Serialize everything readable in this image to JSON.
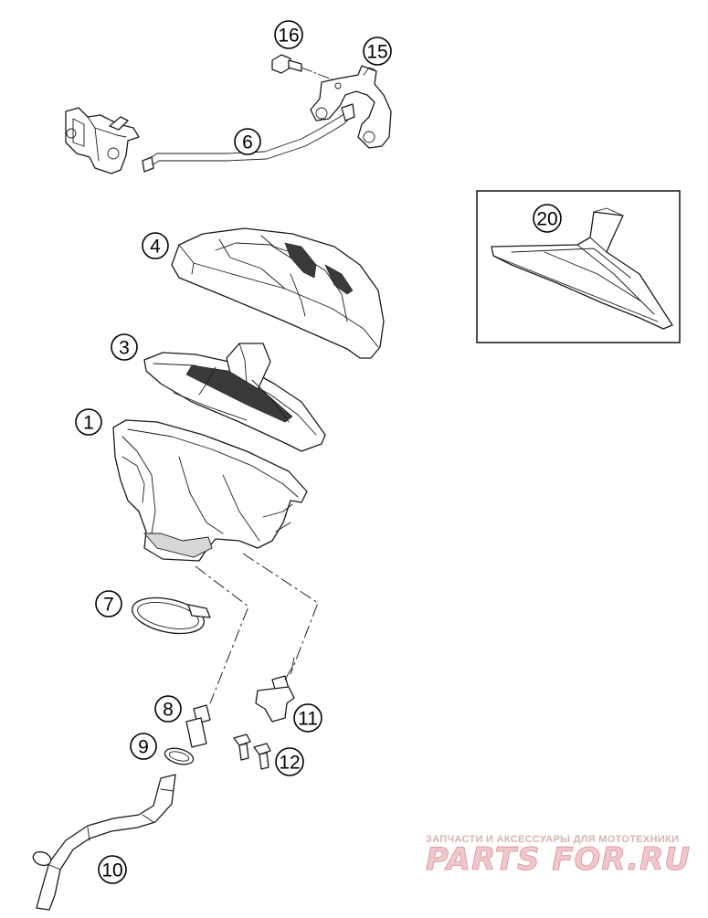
{
  "diagram": {
    "callouts": [
      {
        "id": "c1",
        "label": "1"
      },
      {
        "id": "c3",
        "label": "3"
      },
      {
        "id": "c4",
        "label": "4"
      },
      {
        "id": "c6",
        "label": "6"
      },
      {
        "id": "c7",
        "label": "7"
      },
      {
        "id": "c8",
        "label": "8"
      },
      {
        "id": "c9",
        "label": "9"
      },
      {
        "id": "c10",
        "label": "10"
      },
      {
        "id": "c11",
        "label": "11"
      },
      {
        "id": "c12",
        "label": "12"
      },
      {
        "id": "c15",
        "label": "15"
      },
      {
        "id": "c16",
        "label": "16"
      },
      {
        "id": "c20",
        "label": "20"
      }
    ]
  },
  "watermark": {
    "tagline": "ЗАПЧАСТИ И АКСЕССУАРЫ ДЛЯ МОТОТЕХНИКИ",
    "brand": "PARTS FOR.RU",
    "color": "#d98f97"
  }
}
